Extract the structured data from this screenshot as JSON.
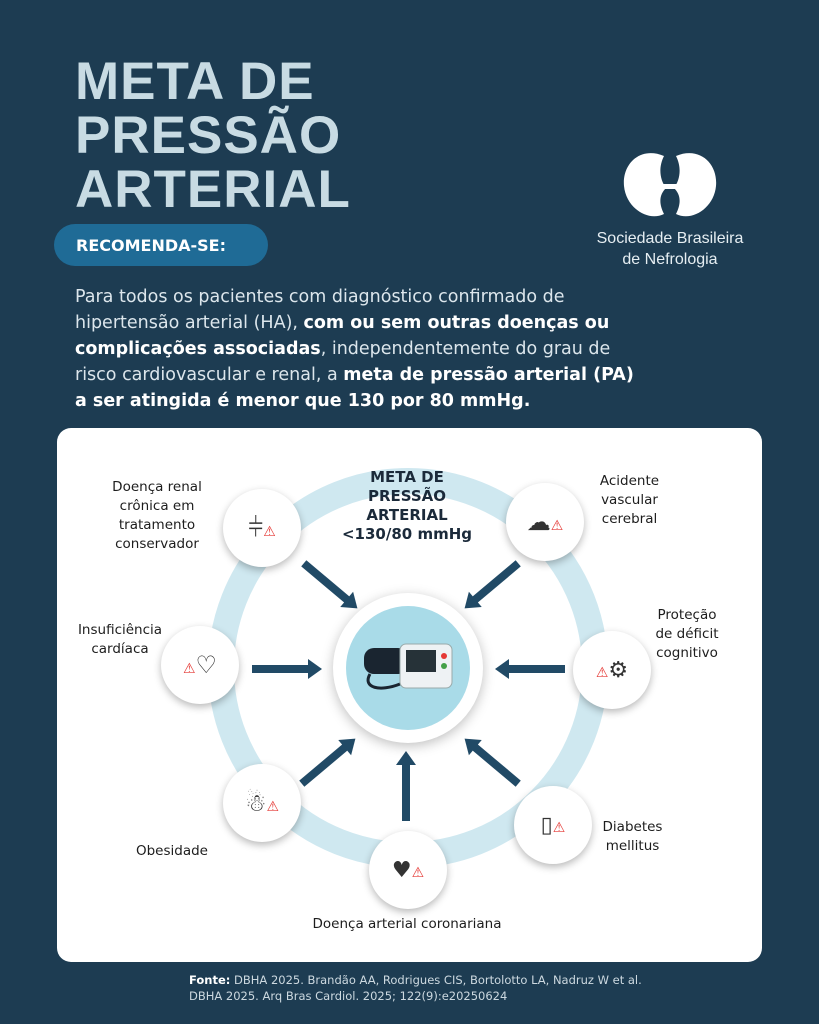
{
  "title": [
    "META DE",
    "PRESSÃO",
    "ARTERIAL"
  ],
  "badge": "RECOMENDA-SE:",
  "logo": {
    "line1": "Sociedade Brasileira",
    "line2": "de Nefrologia"
  },
  "intro": {
    "p1": "Para todos os pacientes com diagnóstico confirmado de hipertensão arterial (HA), ",
    "b1": "com ou sem outras doenças ou complicações associadas",
    "p2": ", independentemente do grau de risco cardiovascular e renal, a ",
    "b2": "meta de pressão arterial (PA) a ser atingida é menor que 130 por 80 mmHg."
  },
  "diagram": {
    "goal": [
      "META DE",
      "PRESSÃO",
      "ARTERIAL",
      "<130/80 mmHg"
    ],
    "nodes": {
      "kidney": "Doença renal crônica em tratamento conservador",
      "stroke": "Acidente vascular cerebral",
      "heart": "Insuficiência cardíaca",
      "cognitive": "Proteção de déficit cognitivo",
      "obesity": "Obesidade",
      "coronary": "Doença arterial coronariana",
      "diabetes": "Diabetes mellitus"
    }
  },
  "source": {
    "label": "Fonte:",
    "line1": " DBHA 2025. Brandão AA, Rodrigues CIS, Bortolotto LA, Nadruz W et al.",
    "line2": "DBHA 2025. Arq Bras Cardiol. 2025; 122(9):e20250624"
  }
}
